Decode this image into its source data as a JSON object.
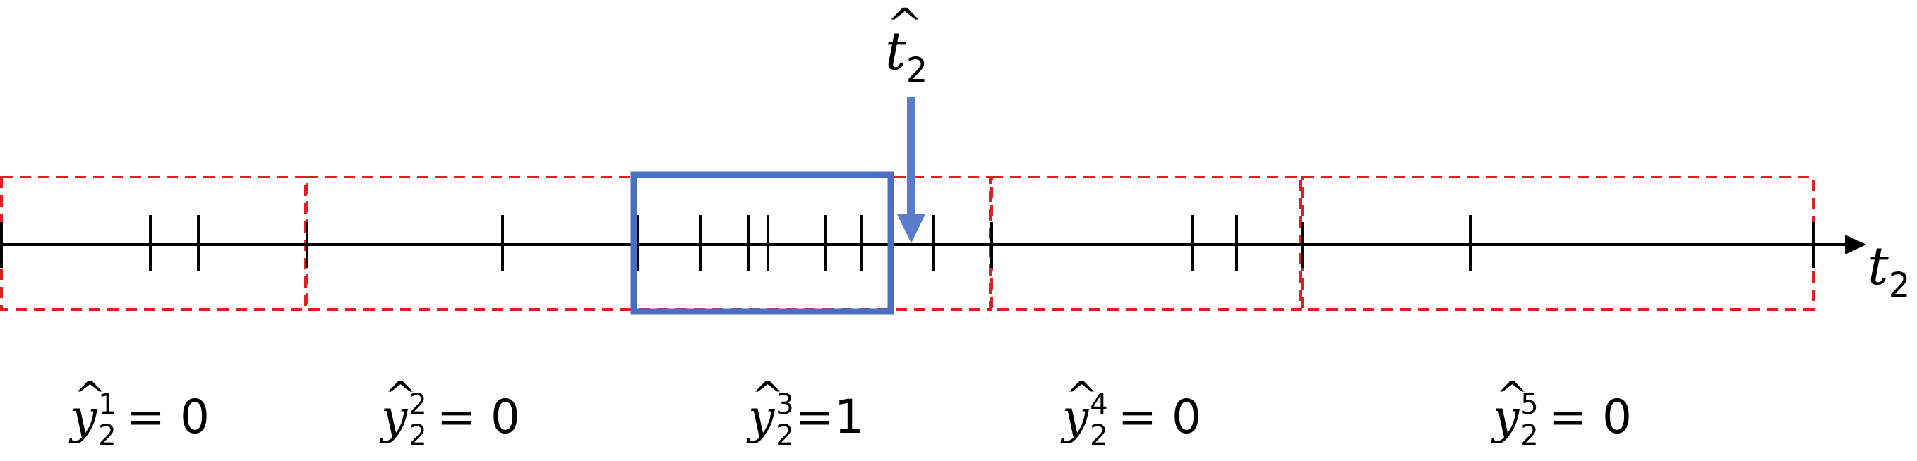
{
  "axis": {
    "variable": "t",
    "subscript": "2"
  },
  "pointer": {
    "variable": "t",
    "subscript": "2",
    "hat": "^"
  },
  "segments": [
    {
      "label": {
        "variable": "y",
        "hat": "^",
        "sub": "2",
        "sup": "1",
        "rest": "= 0"
      }
    },
    {
      "label": {
        "variable": "y",
        "hat": "^",
        "sub": "2",
        "sup": "2",
        "rest": "= 0"
      }
    },
    {
      "label": {
        "variable": "y",
        "hat": "^",
        "sub": "2",
        "sup": "3",
        "rest": "=1"
      }
    },
    {
      "label": {
        "variable": "y",
        "hat": "^",
        "sub": "2",
        "sup": "4",
        "rest": "= 0"
      }
    },
    {
      "label": {
        "variable": "y",
        "hat": "^",
        "sub": "2",
        "sup": "5",
        "rest": "= 0"
      }
    }
  ],
  "colors": {
    "dashed_box": "#e02020",
    "window_box": "#4a6fbf",
    "pointer_arrow": "#5b7ccc",
    "axis": "#000000"
  }
}
